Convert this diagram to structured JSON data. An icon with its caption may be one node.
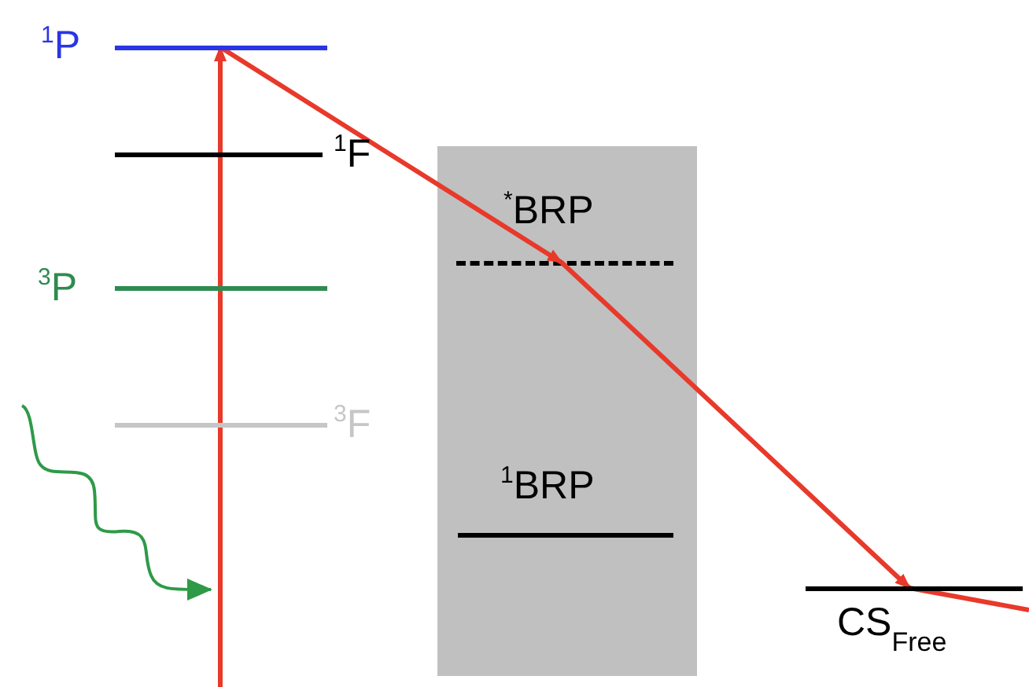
{
  "diagram": {
    "nodes": [
      {
        "text": [
          "$^{1}$P"
        ]
      },
      {
        "text": [
          "$^{1}$F"
        ]
      },
      {
        "text": [
          "$^{3}$P"
        ]
      },
      {
        "text": [
          "$^{3}$F"
        ]
      },
      {
        "text": [],
        "shape": "box"
      },
      {
        "text": [
          "$^{*}$BRP"
        ],
        "in": 4
      },
      {
        "text": [
          "$^{1}$BRP"
        ],
        "in": 4
      },
      {
        "text": [
          "CS$_{Free}$"
        ]
      }
    ],
    "edges": [
      {
        "from": null,
        "to": 0,
        "arrow": "to"
      },
      {
        "from": 0,
        "to": 5,
        "arrow": "to"
      },
      {
        "from": 5,
        "to": 7,
        "arrow": "to"
      },
      {
        "from": 7,
        "to": null,
        "arrow": "none"
      }
    ]
  }
}
